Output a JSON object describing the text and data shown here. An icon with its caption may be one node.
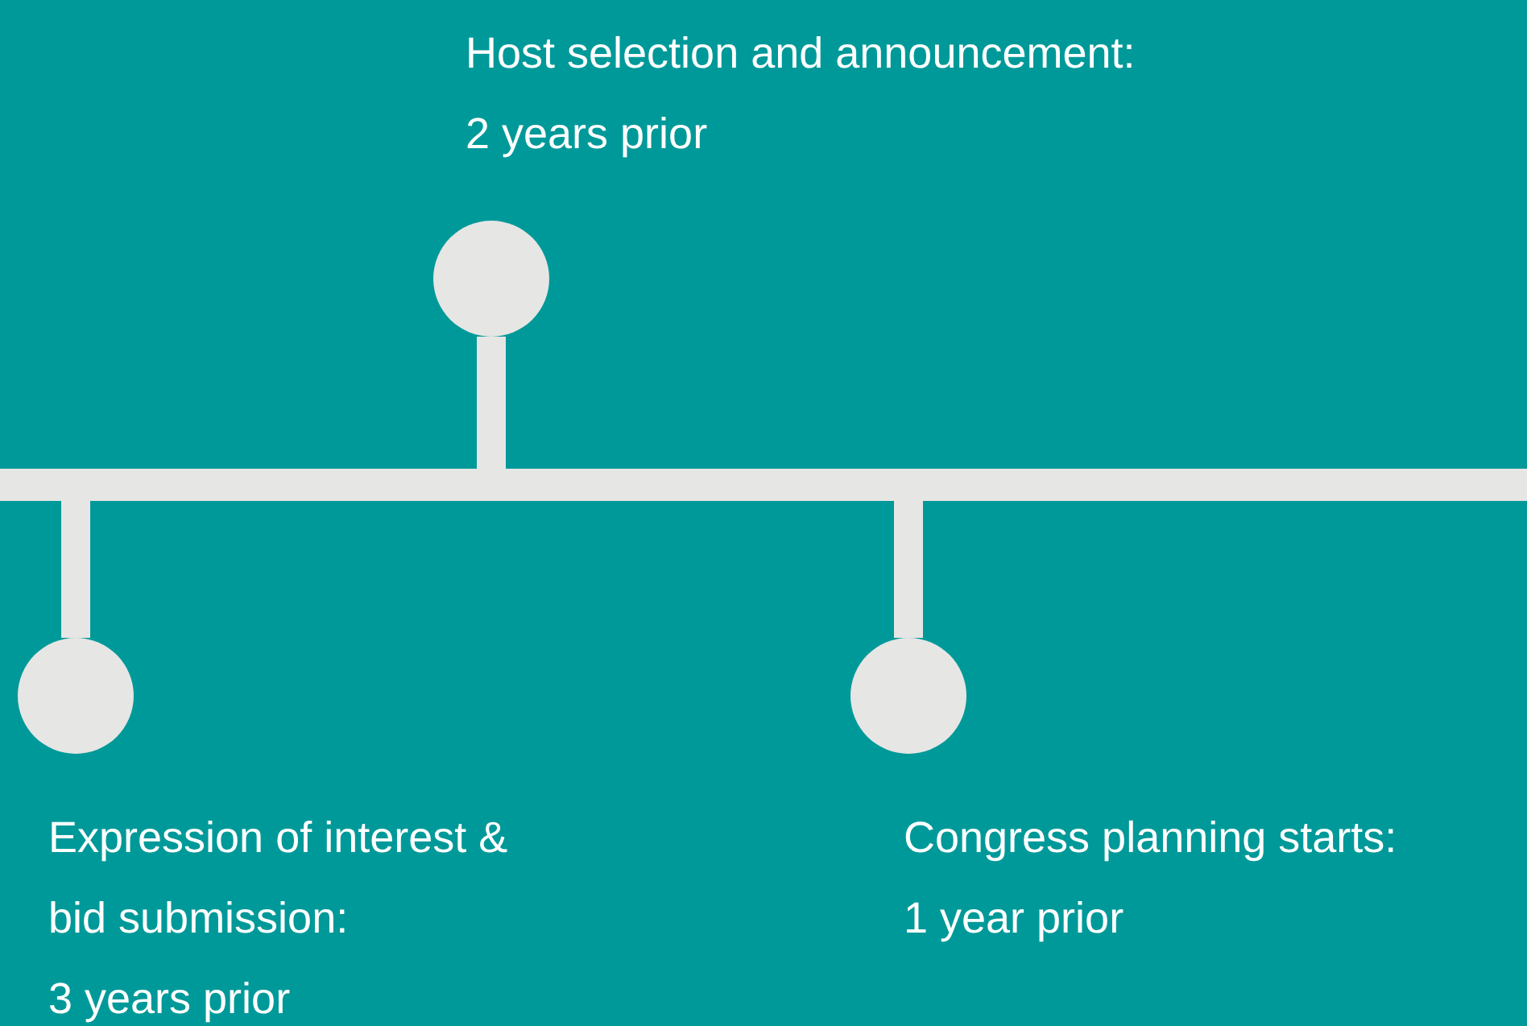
{
  "diagram": {
    "nodes": [
      {
        "text": [],
        "shape": "bar"
      },
      {
        "text": [],
        "shape": "circle",
        "beside": [
          "Expression of interest & bid submission:",
          "3 years prior"
        ]
      },
      {
        "text": [],
        "shape": "circle",
        "beside": [
          "Host selection and announcement:",
          "2 years prior"
        ]
      },
      {
        "text": [],
        "shape": "circle",
        "beside": [
          "Congress planning starts:",
          "1 year prior"
        ]
      }
    ],
    "edges": [
      {
        "from": 0,
        "to": 1,
        "arrow": "none"
      },
      {
        "from": 0,
        "to": 2,
        "arrow": "none"
      },
      {
        "from": 0,
        "to": 3,
        "arrow": "none"
      }
    ]
  }
}
